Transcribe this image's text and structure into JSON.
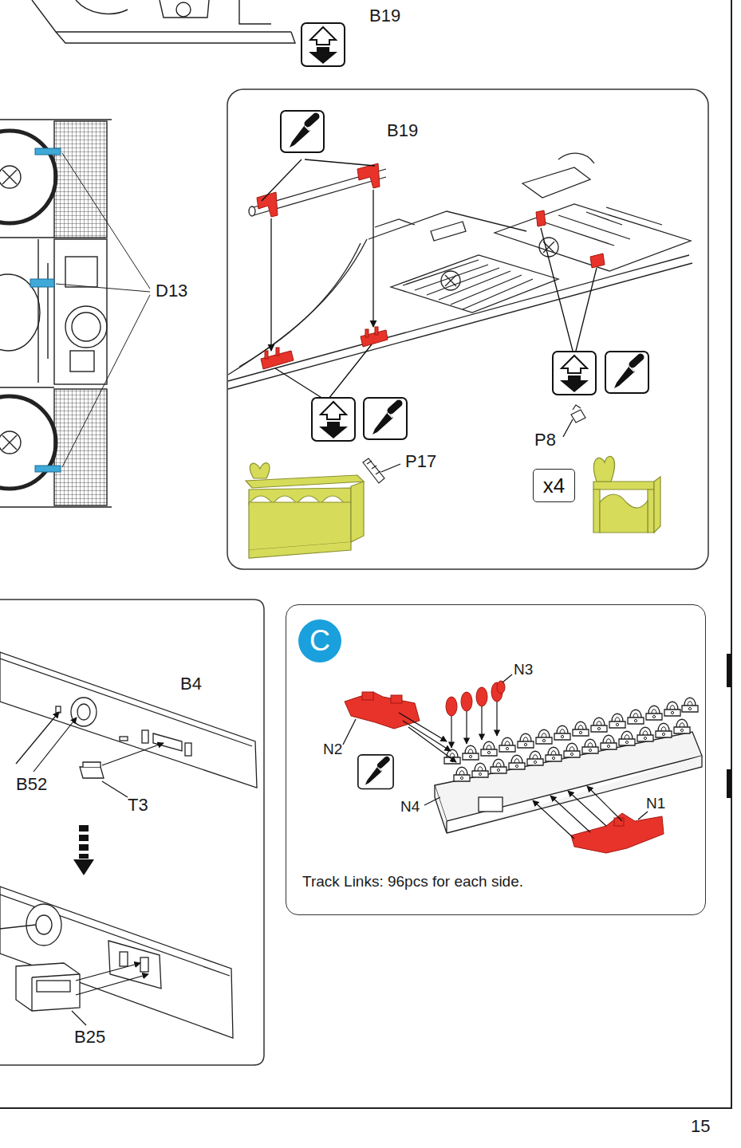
{
  "diagram": {
    "nodes": [
      {
        "text": [
          "Track Links: 96pcs for each side."
        ]
      },
      {
        "text": [
          "C"
        ],
        "in": 0
      },
      {
        "text": [
          "x4"
        ]
      }
    ],
    "labels": [
      "B19",
      "D13",
      "B19",
      "P17",
      "P8",
      "B4",
      "B52",
      "T3",
      "B25",
      "N3",
      "N2",
      "N4",
      "N1",
      "15"
    ]
  }
}
